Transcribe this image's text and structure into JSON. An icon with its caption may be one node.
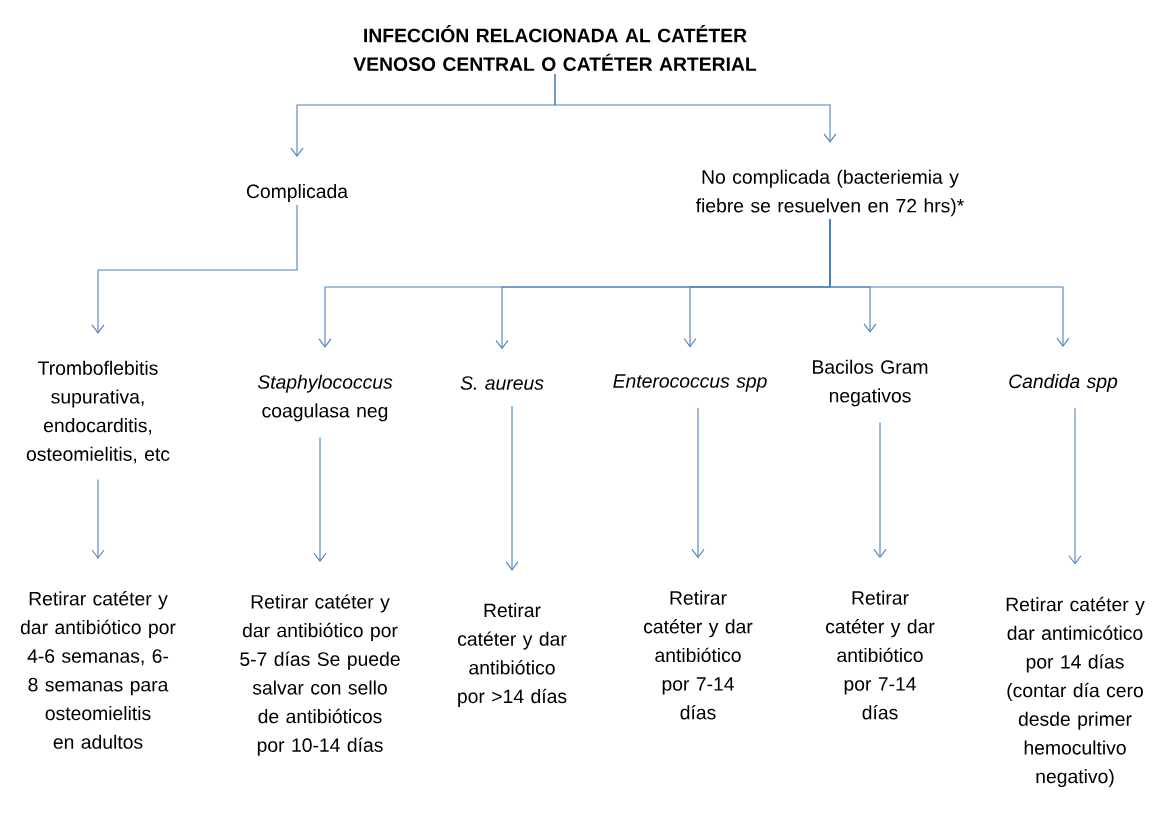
{
  "diagram": {
    "nodes": [
      {
        "text": [
          "INFECCIÓN RELACIONADA AL CATÉTER VENOSO CENTRAL O CATÉTER ARTERIAL"
        ]
      },
      {
        "text": [
          "Complicada"
        ]
      },
      {
        "text": [
          "No complicada (bacteriemia y fiebre se resuelven en 72 hrs)*"
        ]
      },
      {
        "text": [
          "Tromboflebitis supurativa, endocarditis, osteomielitis, etc"
        ]
      },
      {
        "text": [
          "*Staphylococcus* coagulasa neg"
        ]
      },
      {
        "text": [
          "*S. aureus*"
        ]
      },
      {
        "text": [
          "*Enterococcus spp*"
        ]
      },
      {
        "text": [
          "Bacilos Gram negativos"
        ]
      },
      {
        "text": [
          "*Candida spp*"
        ]
      },
      {
        "text": [
          "Retirar catéter y dar antibiótico por 4-6 semanas, 6-8 semanas para osteomielitis en adultos"
        ]
      },
      {
        "text": [
          "Retirar catéter y dar antibiótico por 5-7 días Se puede salvar con sello de antibióticos por 10-14 días"
        ]
      },
      {
        "text": [
          "Retirar catéter y dar antibiótico por >14 días"
        ]
      },
      {
        "text": [
          "Retirar catéter y dar antibiótico por 7-14 días"
        ]
      },
      {
        "text": [
          "Retirar catéter y dar antibiótico por 7-14 días"
        ]
      },
      {
        "text": [
          "Retirar catéter y dar antimicótico por 14 días (contar día cero desde primer hemocultivo negativo)"
        ]
      }
    ],
    "edges": [
      {
        "from": 0,
        "to": 1,
        "arrow": "to"
      },
      {
        "from": 0,
        "to": 2,
        "arrow": "to"
      },
      {
        "from": 1,
        "to": 3,
        "arrow": "to"
      },
      {
        "from": 2,
        "to": 4,
        "arrow": "to"
      },
      {
        "from": 2,
        "to": 5,
        "arrow": "to"
      },
      {
        "from": 2,
        "to": 6,
        "arrow": "to"
      },
      {
        "from": 2,
        "to": 7,
        "arrow": "to"
      },
      {
        "from": 2,
        "to": 8,
        "arrow": "to"
      },
      {
        "from": 3,
        "to": 9,
        "arrow": "to"
      },
      {
        "from": 4,
        "to": 10,
        "arrow": "to"
      },
      {
        "from": 5,
        "to": 11,
        "arrow": "to"
      },
      {
        "from": 6,
        "to": 12,
        "arrow": "to"
      },
      {
        "from": 7,
        "to": 13,
        "arrow": "to"
      },
      {
        "from": 8,
        "to": 14,
        "arrow": "to"
      }
    ]
  }
}
